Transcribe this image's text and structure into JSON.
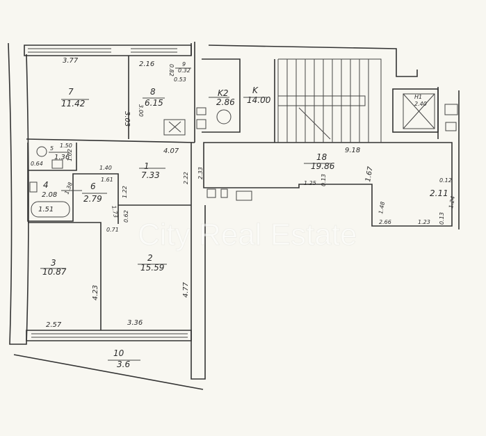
{
  "rooms": [
    {
      "number": "7",
      "area": "11.42"
    },
    {
      "number": "8",
      "area": "6.15"
    },
    {
      "number": "9",
      "area": "0.32"
    },
    {
      "number": "K2",
      "area": "2.86"
    },
    {
      "number": "K",
      "area": "14.00"
    },
    {
      "number": "H1",
      "area": "2.40"
    },
    {
      "number": "5",
      "area": "1.36"
    },
    {
      "number": "1",
      "area": "7.33"
    },
    {
      "number": "18",
      "area": "19.86"
    },
    {
      "number": "4",
      "area": "2.08"
    },
    {
      "number": "6",
      "area": "2.79"
    },
    {
      "number": "3",
      "area": "10.87"
    },
    {
      "number": "2",
      "area": "15.59"
    },
    {
      "number": "10",
      "area": "3.6"
    }
  ],
  "dimensions": {
    "d377": "3.77",
    "d216": "2.16",
    "d303": "3.03",
    "d300": "3.00",
    "d082": "0.82",
    "d053": "0.53",
    "d150": "1.50",
    "d064": "0.64",
    "d102": "1.02",
    "d407": "4.07",
    "d140": "1.40",
    "d161": "1.61",
    "d222": "2.22",
    "d233": "2.33",
    "d918": "9.18",
    "d167": "1.67",
    "d125": "1.25",
    "d013a": "0.13",
    "d211": "2.11",
    "d012": "0.12",
    "d138": "1.38",
    "d122": "1.22",
    "d173": "1.73",
    "d151": "1.51",
    "d062": "0.62",
    "d071": "0.71",
    "d148": "1.48",
    "d266": "2.66",
    "d123": "1.23",
    "d013b": "0.13",
    "d124": "1.24",
    "d423": "4.23",
    "d477": "4.77",
    "d257": "2.57",
    "d336": "3.36"
  },
  "watermark": "City Real Estate"
}
